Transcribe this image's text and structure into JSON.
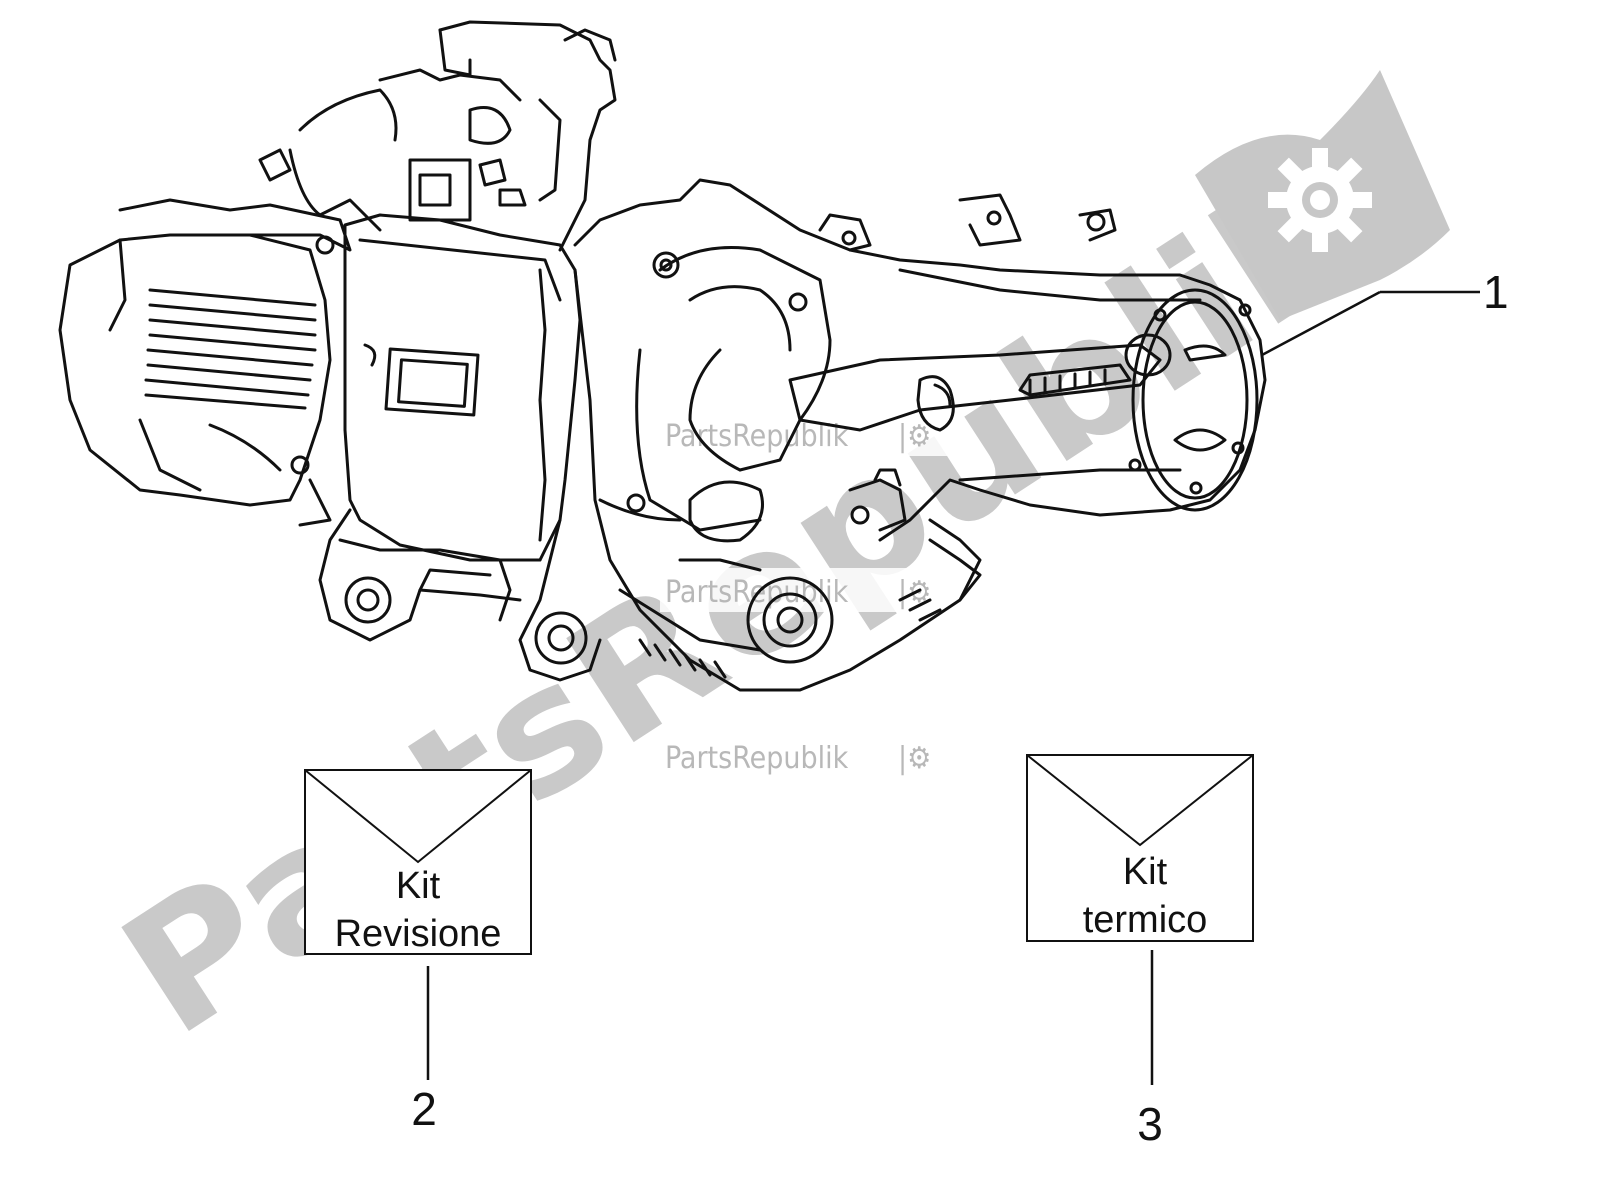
{
  "watermark": {
    "big_text": "PartsRepublik",
    "small_text": "PartsRepublik"
  },
  "callouts": [
    {
      "number": "1"
    },
    {
      "number": "2"
    },
    {
      "number": "3"
    }
  ],
  "kits": [
    {
      "line1": "Kit",
      "line2": "Revisione"
    },
    {
      "line1": "Kit",
      "line2": "termico"
    }
  ]
}
